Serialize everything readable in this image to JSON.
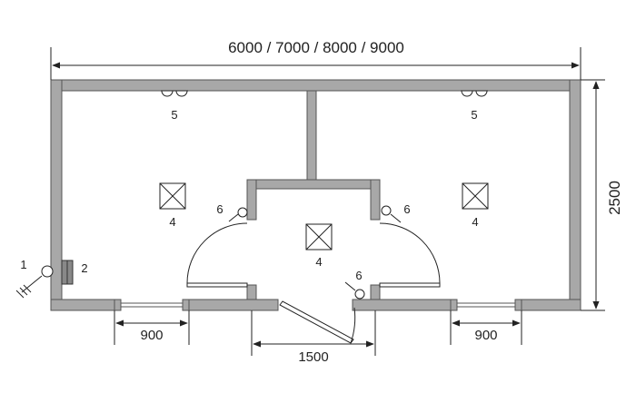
{
  "dimensions": {
    "total_length": "6000 / 7000 / 8000 / 9000",
    "total_width": "2500",
    "window_left": "900",
    "window_right": "900",
    "door_opening": "1500"
  },
  "markers": {
    "left_lamp": "5",
    "right_lamp": "5",
    "left_light": "4",
    "right_light": "4",
    "center_light": "4",
    "left_switch": "6",
    "right_switch": "6",
    "bottom_switch": "6",
    "input": "1",
    "panel": "2"
  },
  "colors": {
    "wall_fill": "#a8a8a8",
    "wall_stroke": "#555555",
    "line": "#222222"
  }
}
